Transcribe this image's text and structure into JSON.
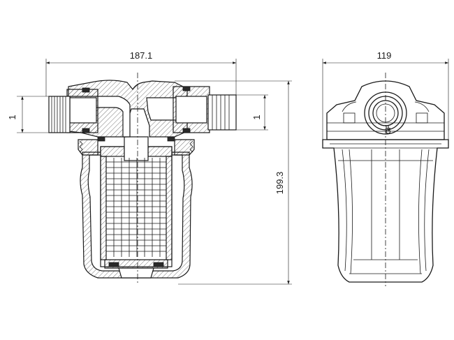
{
  "dimensions": {
    "overall_width": "187.1",
    "side_width": "119",
    "overall_height": "199.3",
    "inlet_thread": "1",
    "outlet_thread": "1"
  }
}
